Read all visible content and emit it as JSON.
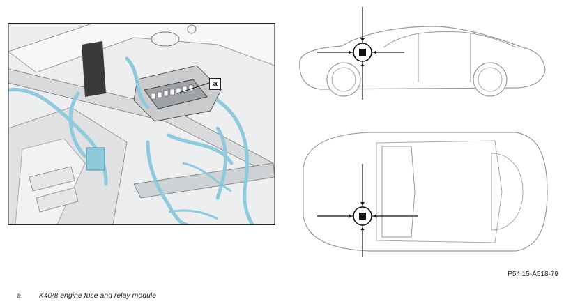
{
  "figure": {
    "id": "P54.15-A518-79",
    "callout_letter": "a"
  },
  "legend": {
    "items": [
      {
        "letter": "a",
        "text": "K40/8 engine fuse and relay module"
      }
    ]
  },
  "colors": {
    "hose_blue": "#8ec9dc",
    "frame": "#222222",
    "car_line": "#9a9a9a"
  }
}
